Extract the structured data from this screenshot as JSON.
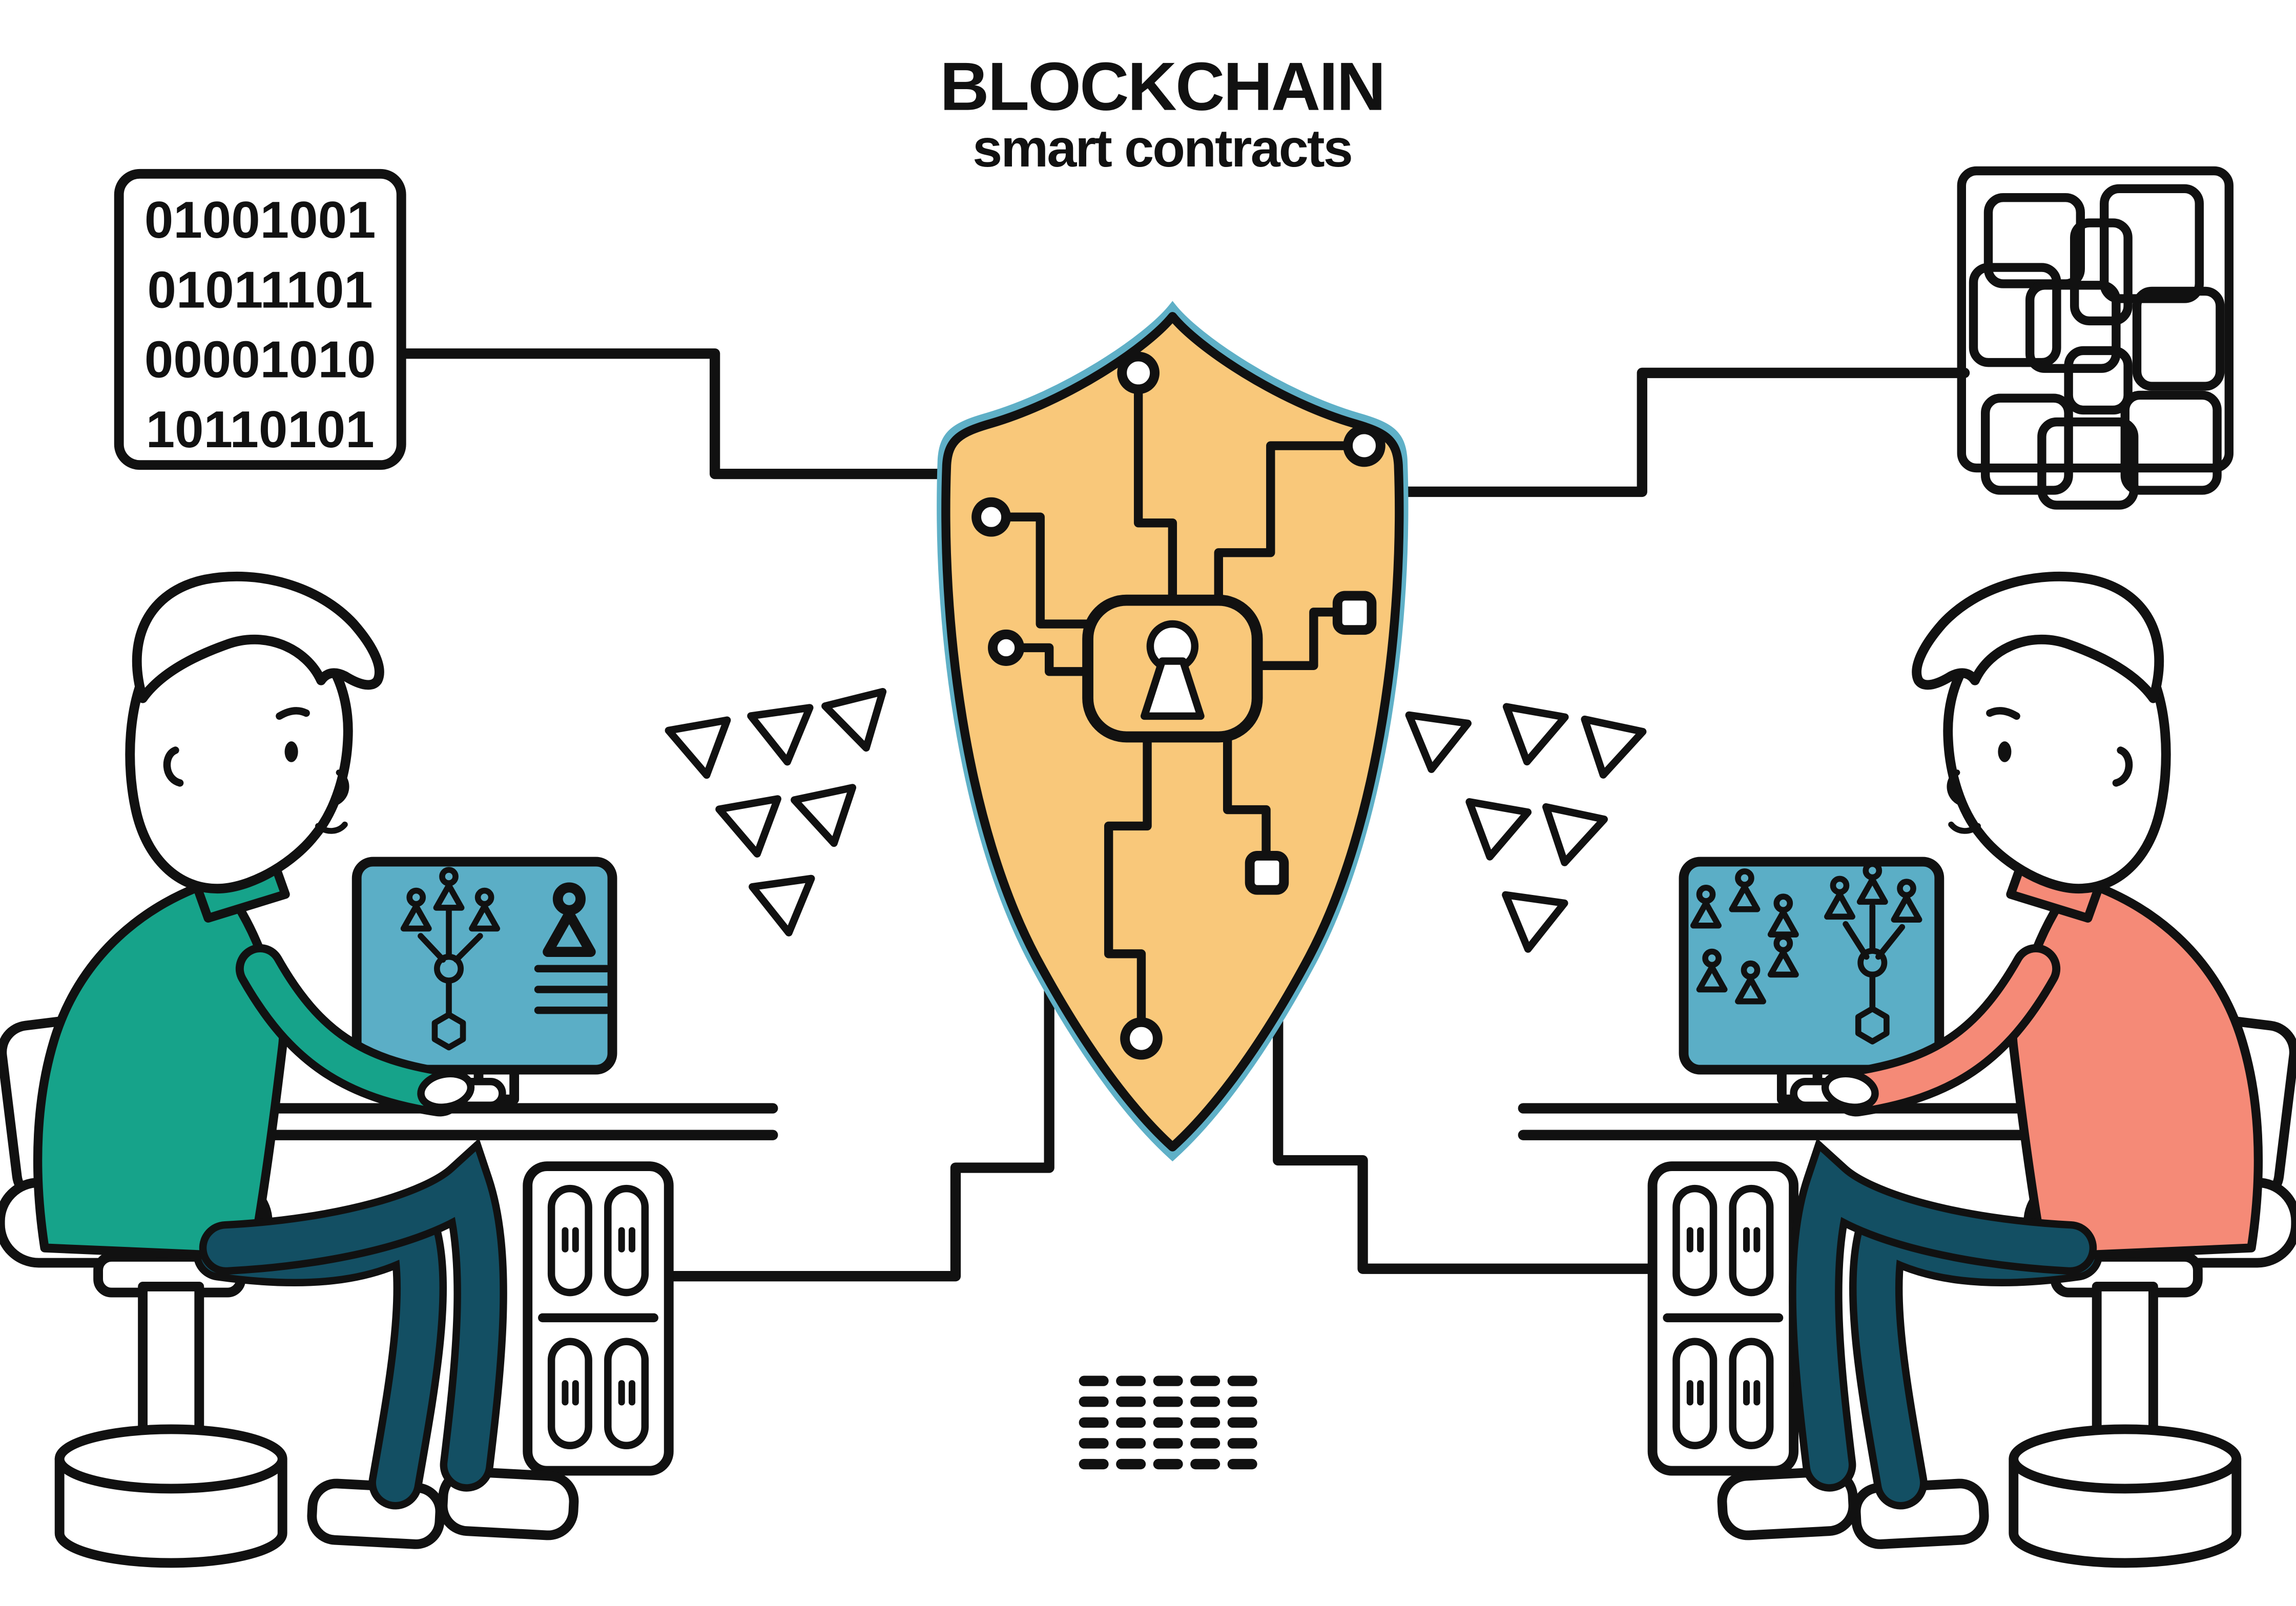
{
  "title": {
    "main": "BLOCKCHAIN",
    "subtitle": "smart contracts"
  },
  "binary_block": {
    "lines": [
      "01001001",
      "01011101",
      "00001010",
      "10110101"
    ]
  },
  "colors": {
    "line": "#111111",
    "white": "#ffffff",
    "shield_fill": "#F9C87A",
    "shield_rim": "#5FB0C7",
    "screen_blue": "#5BAEC6",
    "sweater_green": "#16A38A",
    "shirt_salmon": "#F58A77",
    "pants_teal": "#134F63"
  }
}
